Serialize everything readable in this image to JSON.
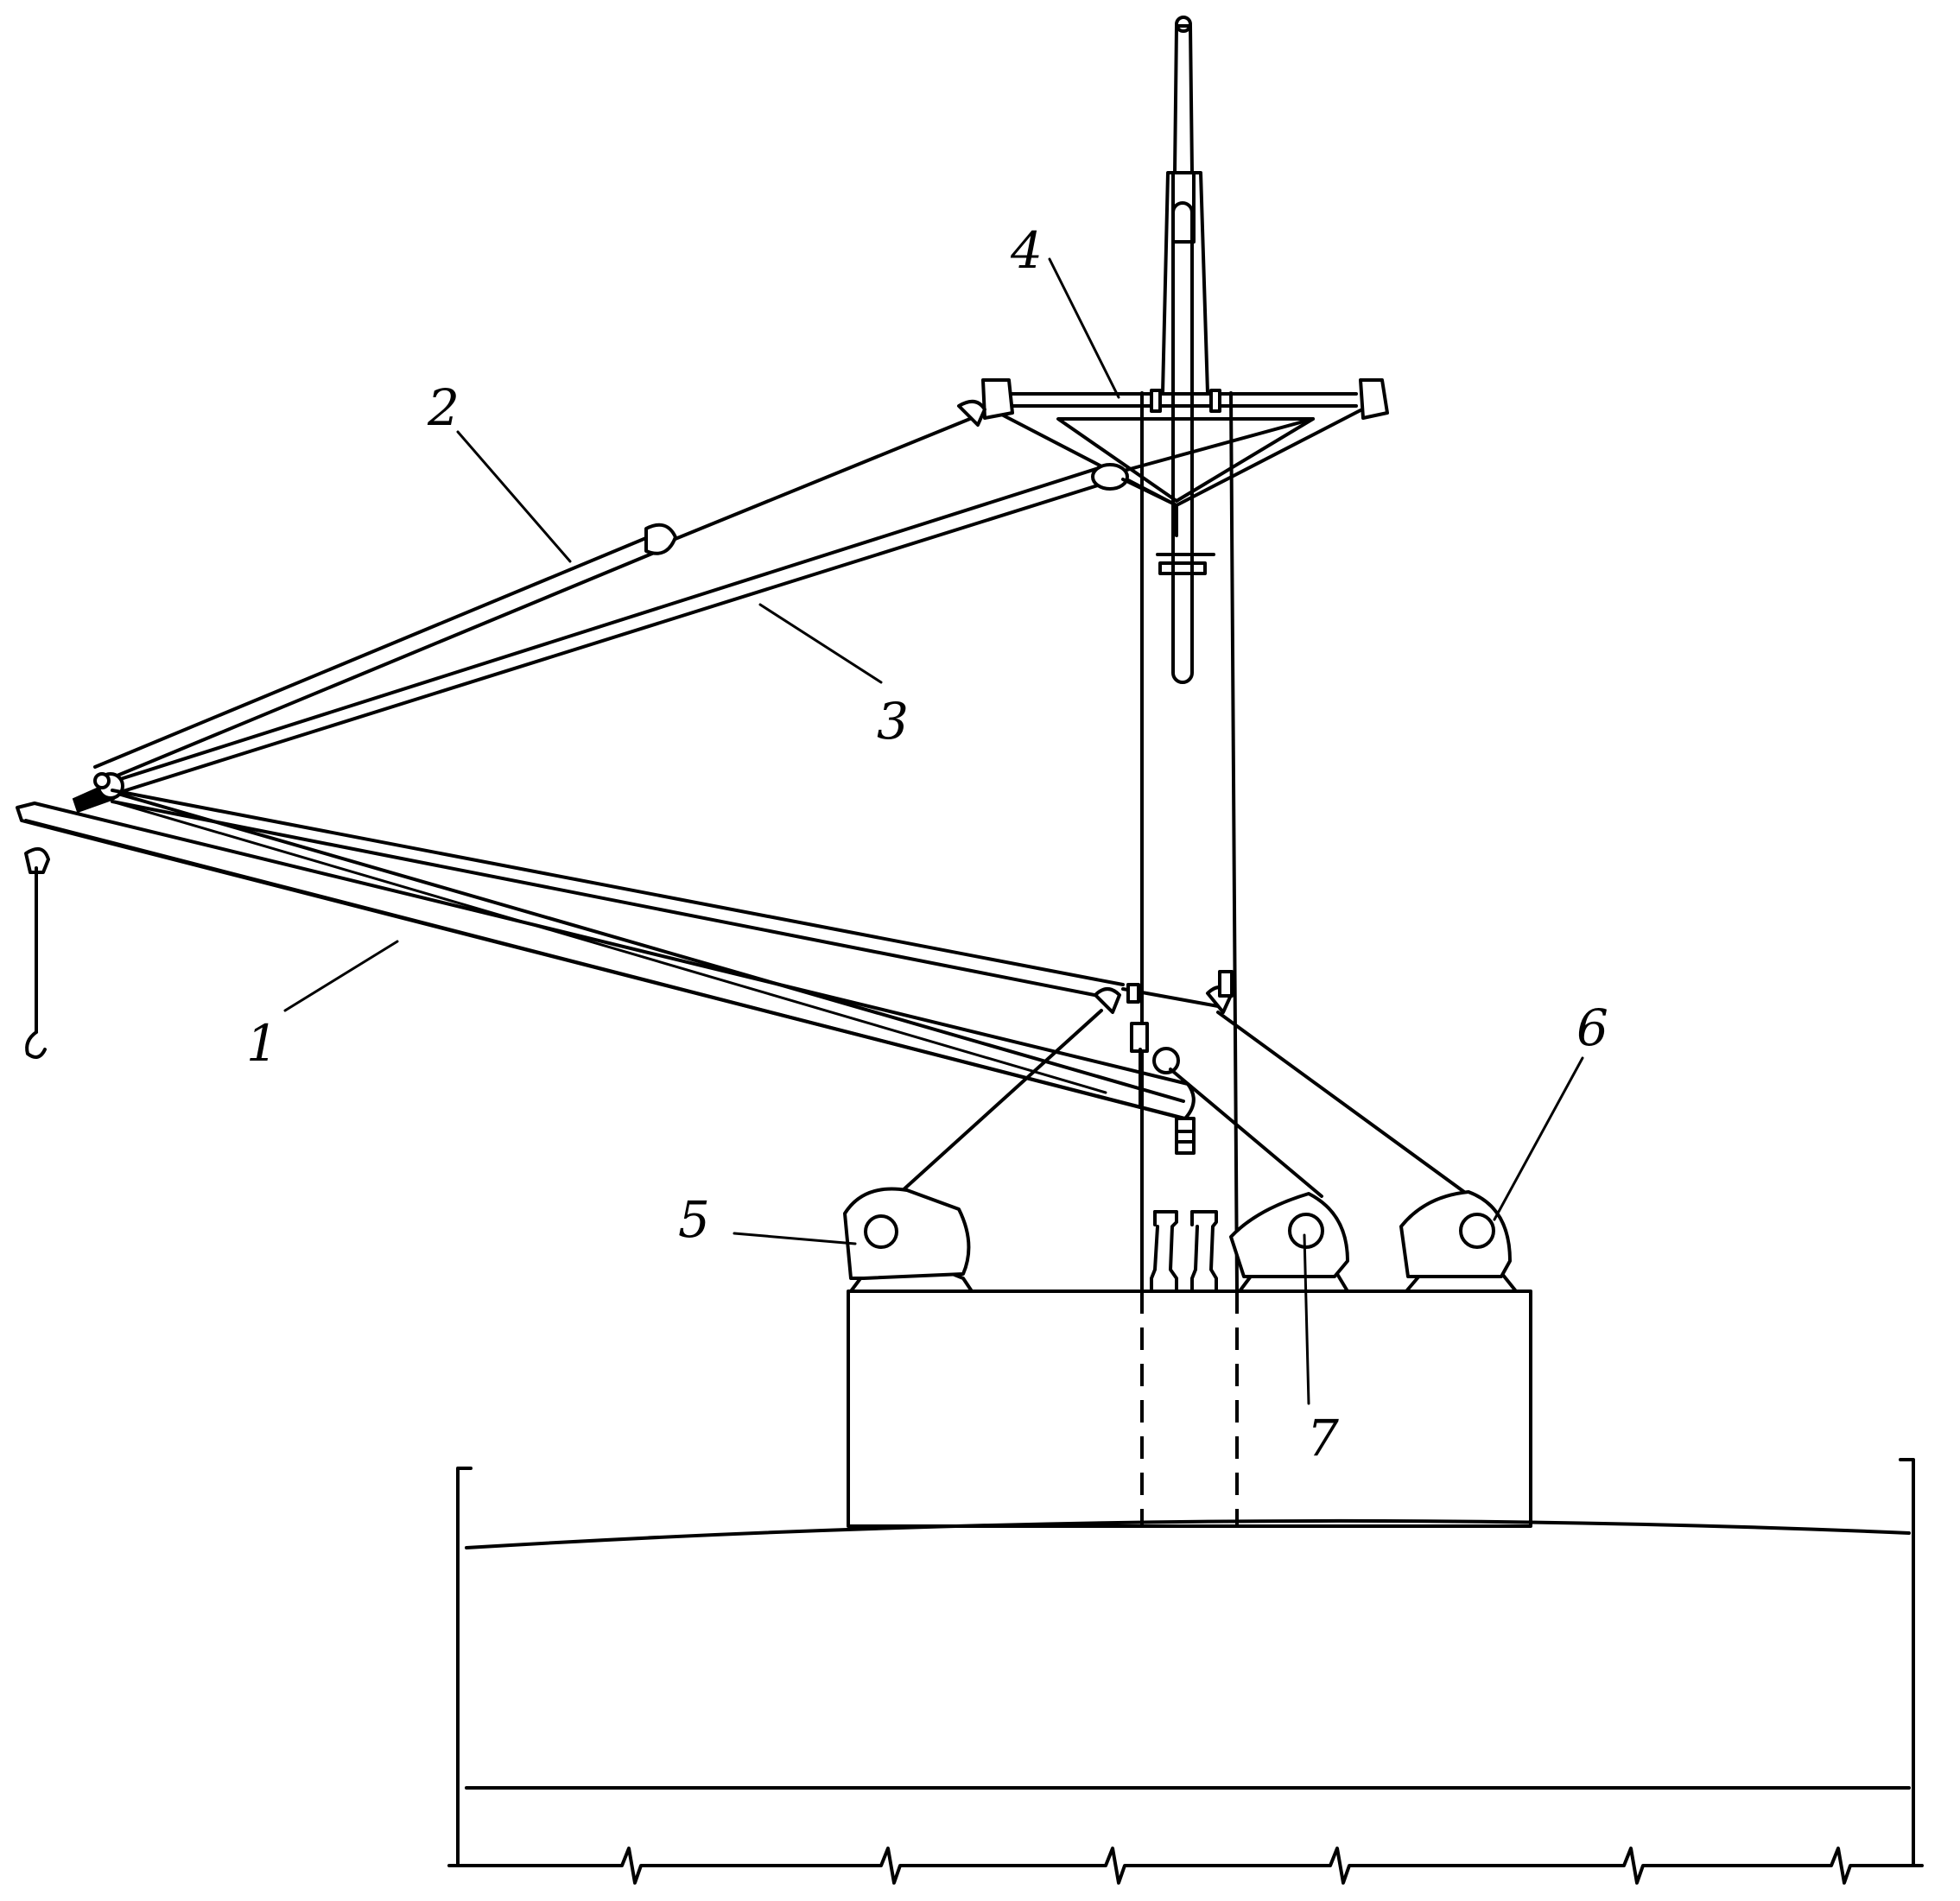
{
  "diagram": {
    "callouts": [
      {
        "id": "boom-lower",
        "label": "1"
      },
      {
        "id": "boom-upper",
        "label": "2"
      },
      {
        "id": "topping-lift",
        "label": "3"
      },
      {
        "id": "mast-crosstree",
        "label": "4"
      },
      {
        "id": "winch-left",
        "label": "5"
      },
      {
        "id": "winch-right",
        "label": "6"
      },
      {
        "id": "winch-center",
        "label": "7"
      }
    ]
  }
}
